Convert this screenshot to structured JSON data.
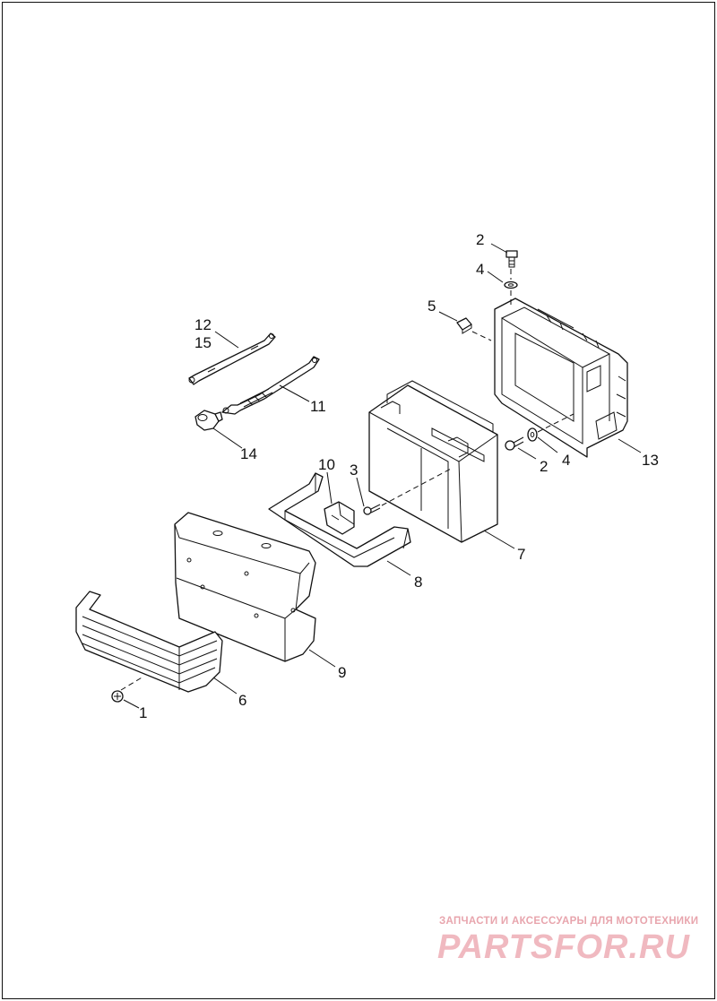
{
  "callouts": {
    "c1": "1",
    "c2a": "2",
    "c2b": "2",
    "c3": "3",
    "c4a": "4",
    "c4b": "4",
    "c5": "5",
    "c6": "6",
    "c7": "7",
    "c8": "8",
    "c9": "9",
    "c10": "10",
    "c11": "11",
    "c12": "12",
    "c13": "13",
    "c14": "14",
    "c15": "15"
  },
  "watermark": {
    "tagline": "ЗАПЧАСТИ И АКСЕССУАРЫ ДЛЯ МОТОТЕХНИКИ",
    "logo": "PARTSFOR.RU"
  },
  "colors": {
    "line": "#111111",
    "watermark": "#f0b9c0",
    "background": "#ffffff"
  }
}
